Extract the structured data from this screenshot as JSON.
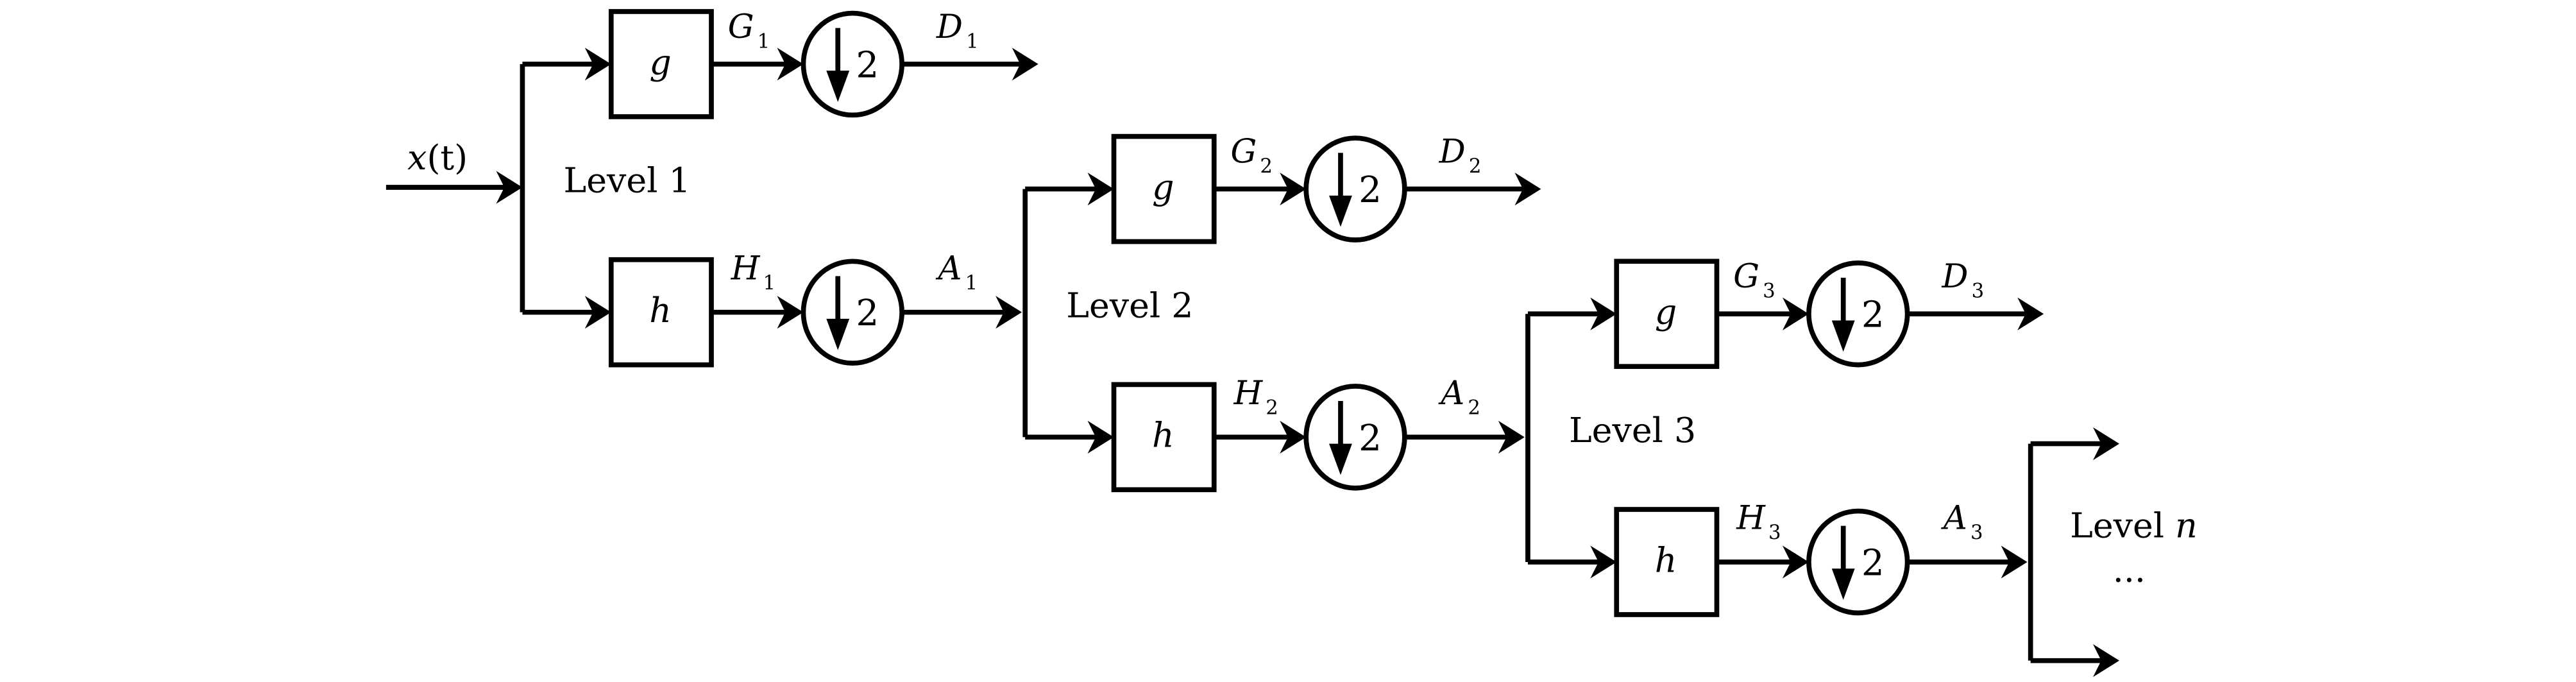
{
  "input_label": {
    "base": "x",
    "rest": "(t)"
  },
  "colors": {
    "stroke": "#000000",
    "background": "#ffffff"
  },
  "levels": [
    {
      "label": "Level 1",
      "g": "g",
      "h": "h",
      "down": "2",
      "G": {
        "base": "G",
        "sub": "1"
      },
      "D": {
        "base": "D",
        "sub": "1"
      },
      "H": {
        "base": "H",
        "sub": "1"
      },
      "A": {
        "base": "A",
        "sub": "1"
      }
    },
    {
      "label": "Level 2",
      "g": "g",
      "h": "h",
      "down": "2",
      "G": {
        "base": "G",
        "sub": "2"
      },
      "D": {
        "base": "D",
        "sub": "2"
      },
      "H": {
        "base": "H",
        "sub": "2"
      },
      "A": {
        "base": "A",
        "sub": "2"
      }
    },
    {
      "label": "Level 3",
      "g": "g",
      "h": "h",
      "down": "2",
      "G": {
        "base": "G",
        "sub": "3"
      },
      "D": {
        "base": "D",
        "sub": "3"
      },
      "H": {
        "base": "H",
        "sub": "3"
      },
      "A": {
        "base": "A",
        "sub": "3"
      }
    }
  ],
  "final_level": {
    "label": "Level",
    "var": "n",
    "ellipsis": "..."
  }
}
